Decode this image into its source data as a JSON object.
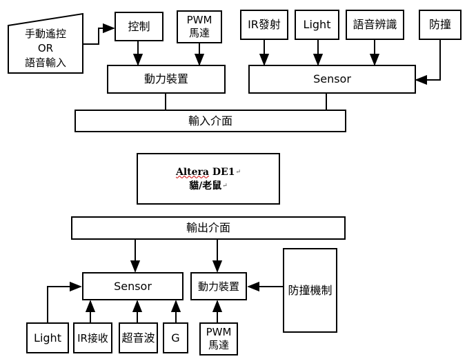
{
  "blocks": {
    "manual_input": [
      "手動遙控",
      "OR",
      "語音輸入"
    ],
    "control": "控制",
    "pwm_motor_top": [
      "PWM",
      "馬達"
    ],
    "ir_emit": "IR發射",
    "light_top": "Light",
    "speech_recog": "語音辨識",
    "anti_collision_top": "防撞",
    "power_top": "動力裝置",
    "sensor_top": "Sensor",
    "input_interface": "輸入介面",
    "core_line1_prefix": "Altera",
    "core_line1_suffix": " DE1",
    "core_line2": "貓/老鼠",
    "return_mark": "↵",
    "output_interface": "輸出介面",
    "sensor_bottom": "Sensor",
    "power_bottom": "動力裝置",
    "anti_collision_mech": "防撞機制",
    "light_bottom": "Light",
    "ir_receive": "IR接收",
    "ultrasonic": "超音波",
    "g_sensor": "G",
    "pwm_motor_bottom": [
      "PWM",
      "馬達"
    ]
  },
  "colors": {
    "line": "#000000",
    "box_fill": "#ffffff",
    "spellcheck": "#cc0000"
  }
}
